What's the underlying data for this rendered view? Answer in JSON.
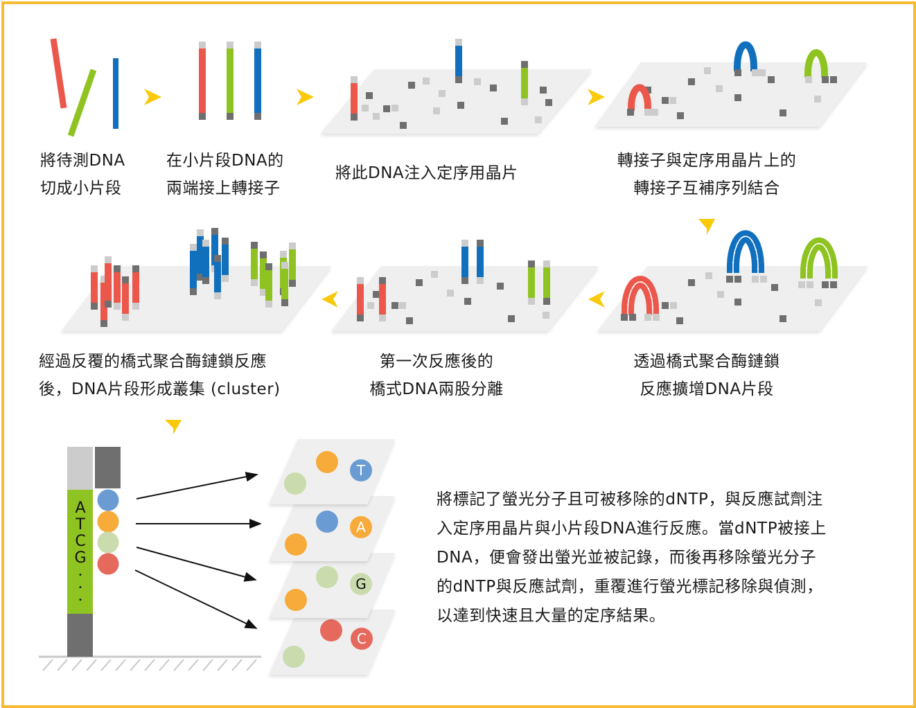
{
  "colors": {
    "frame": "#f7bb33",
    "arrow": "#f9c90a",
    "red": "#ec574b",
    "green": "#8fc321",
    "blue": "#1070be",
    "adapter_dark": "#6f6f6f",
    "adapter_light": "#cccccc",
    "chip": "#efefef",
    "dot_blue": "#6a9cd3",
    "dot_orange": "#f6ab3a",
    "dot_lightgreen": "#cadbae",
    "dot_red": "#e56a5d"
  },
  "steps": [
    {
      "id": "fragment",
      "lines": [
        "將待測DNA",
        "切成小片段"
      ]
    },
    {
      "id": "adapters",
      "lines": [
        "在小片段DNA的",
        "兩端接上轉接子"
      ]
    },
    {
      "id": "inject",
      "lines": [
        "將此DNA注入定序用晶片"
      ]
    },
    {
      "id": "hybridize",
      "lines": [
        "轉接子與定序用晶片上的",
        "轉接子互補序列結合"
      ]
    },
    {
      "id": "bridge-pcr",
      "lines": [
        "透過橋式聚合酶鏈鎖",
        "反應擴增DNA片段"
      ]
    },
    {
      "id": "denature",
      "lines": [
        "第一次反應後的",
        "橋式DNA兩股分離"
      ]
    },
    {
      "id": "cluster",
      "lines": [
        "經過反覆的橋式聚合酶鏈鎖反應",
        "後，DNA片段形成叢集 (cluster)"
      ]
    }
  ],
  "sequence_strand": {
    "letters": [
      "A",
      "T",
      "C",
      "G",
      "•",
      "•",
      "•"
    ]
  },
  "detection_layers": [
    {
      "base": "T",
      "color": "dot_blue"
    },
    {
      "base": "A",
      "color": "dot_orange"
    },
    {
      "base": "G",
      "color": "dot_lightgreen"
    },
    {
      "base": "C",
      "color": "dot_red"
    }
  ],
  "description": {
    "lines": [
      "將標記了螢光分子且可被移除的dNTP，與反應試劑注",
      "入定序用晶片與小片段DNA進行反應。當dNTP被接上",
      "DNA，便會發出螢光並被記錄，而後再移除螢光分子",
      "的dNTP與反應試劑，重覆進行螢光標記移除與偵測，",
      "以達到快速且大量的定序結果。"
    ]
  }
}
